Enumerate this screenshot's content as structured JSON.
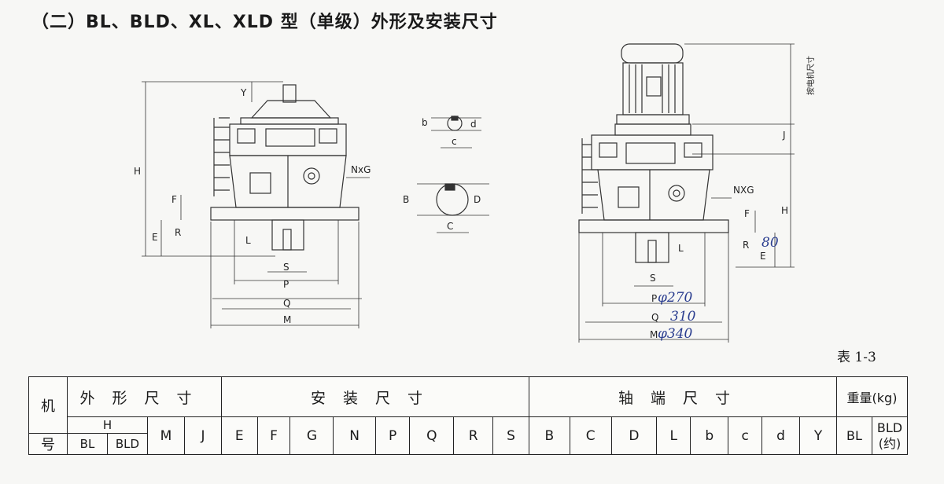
{
  "title": "（二）BL、BLD、XL、XLD 型（单级）外形及安装尺寸",
  "table_number": "表 1-3",
  "drawing1": {
    "dims": {
      "H": "H",
      "E": "E",
      "R": "R",
      "F": "F",
      "L": "L",
      "S": "S",
      "P": "P",
      "Q": "Q",
      "M": "M",
      "Y": "Y",
      "NG": "NxG"
    }
  },
  "shaft_sections": {
    "small": {
      "b": "b",
      "c": "c",
      "d": "d"
    },
    "large": {
      "B": "B",
      "C": "C",
      "D": "D"
    }
  },
  "drawing2": {
    "dims": {
      "motor": "按电机尺寸",
      "J": "J",
      "H": "H",
      "F": "F",
      "R": "R",
      "E": "E",
      "L": "L",
      "S": "S",
      "P": "P",
      "Q": "Q",
      "M": "M",
      "NG": "NXG"
    },
    "handwritten": {
      "E": "80",
      "P": "φ270",
      "Q": "310",
      "M": "φ340"
    }
  },
  "table": {
    "col_machine_top": "机",
    "col_machine_bottom": "号",
    "group_outline": "外形尺寸",
    "group_install": "安装尺寸",
    "group_shaft": "轴端尺寸",
    "group_weight": "重量(kg)",
    "h_label": "H",
    "h_bl": "BL",
    "h_bld": "BLD",
    "col_M": "M",
    "col_J": "J",
    "install_cols": [
      "E",
      "F",
      "G",
      "N",
      "P",
      "Q",
      "R",
      "S"
    ],
    "shaft_cols": [
      "B",
      "C",
      "D",
      "L",
      "b",
      "c",
      "d",
      "Y"
    ],
    "weight_bl": "BL",
    "weight_bld": "BLD\n(约)"
  }
}
